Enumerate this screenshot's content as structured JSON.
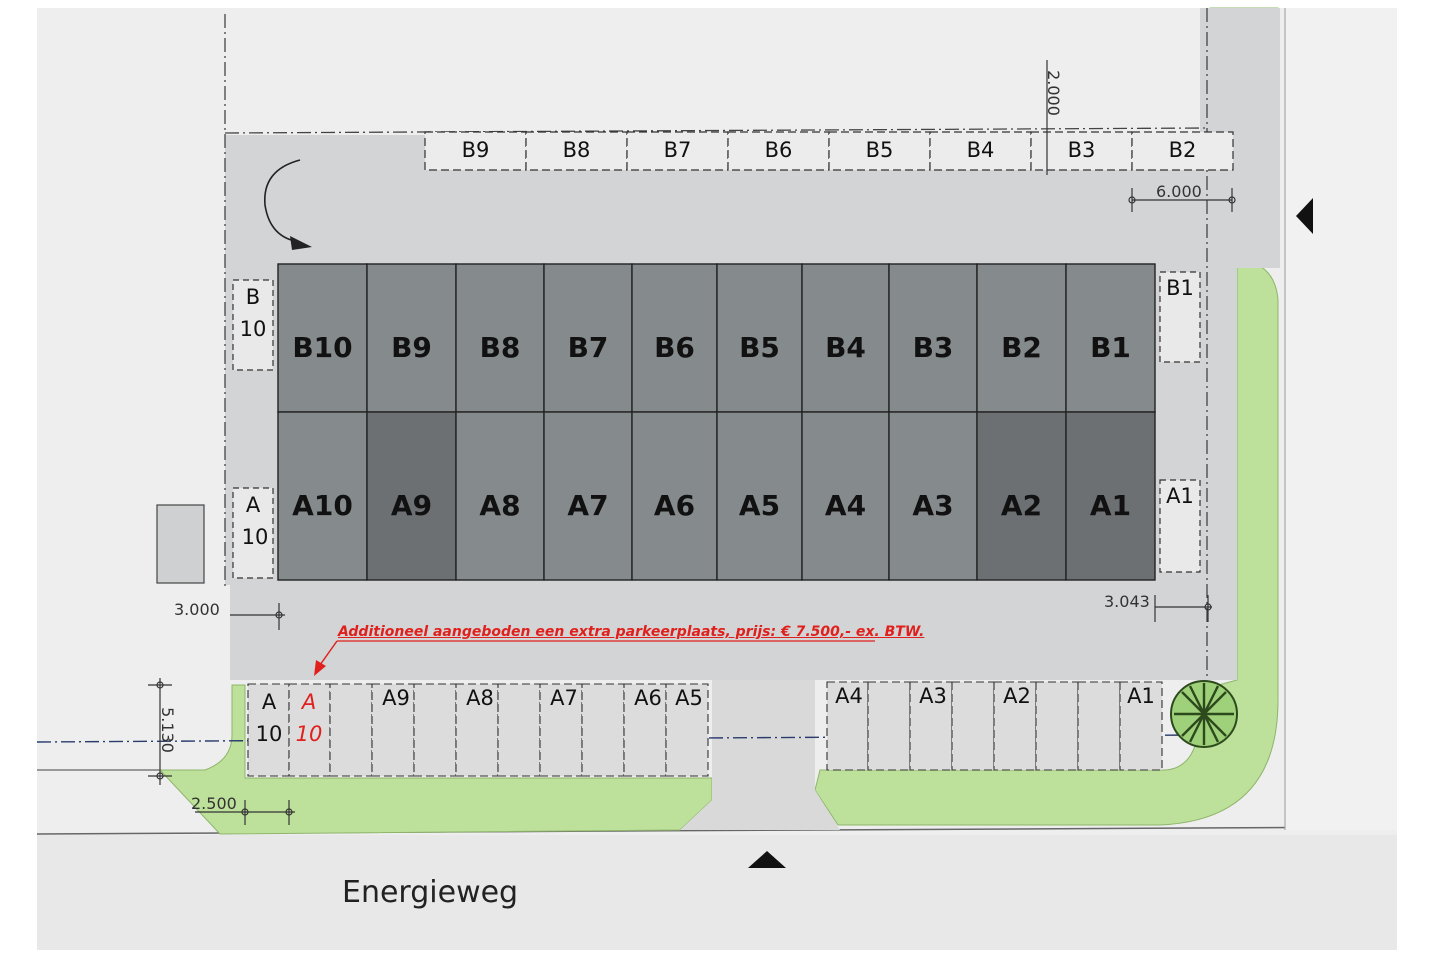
{
  "units_row_b": [
    "B10",
    "B9",
    "B8",
    "B7",
    "B6",
    "B5",
    "B4",
    "B3",
    "B2",
    "B1"
  ],
  "units_row_a": [
    "A10",
    "A9",
    "A8",
    "A7",
    "A6",
    "A5",
    "A4",
    "A3",
    "A2",
    "A1"
  ],
  "top_parking": [
    "B9",
    "B8",
    "B7",
    "B6",
    "B5",
    "B4",
    "B3",
    "B2"
  ],
  "side_parking": {
    "b10_letter": "B",
    "b10_number": "10",
    "a10_letter": "A",
    "a10_number": "10",
    "b1": "B1",
    "a1": "A1"
  },
  "bottom_parking": {
    "a10_letter": "A",
    "a10_number": "10",
    "extra_letter": "A",
    "extra_number": "10",
    "left_group": [
      "A9",
      "A8",
      "A7",
      "A6",
      "A5"
    ],
    "right_group": [
      "A4",
      "A3",
      "A2",
      "A1"
    ]
  },
  "dimensions": {
    "d_top": "2.000",
    "d_right_top": "6.000",
    "d_left_mid": "3.000",
    "d_right_mid": "3.043",
    "d_left_vertical": "5.130",
    "d_bottom_left": "2.500"
  },
  "note": "Additioneel aangeboden een extra parkeerplaats, prijs: € 7.500,- ex. BTW.",
  "street": "Energieweg",
  "colors": {
    "asphalt": "#d3d4d6",
    "unit_dark": "#6c7072",
    "unit_mid": "#858a8c",
    "grass": "#bde09a",
    "accent_red": "#e0201c"
  }
}
